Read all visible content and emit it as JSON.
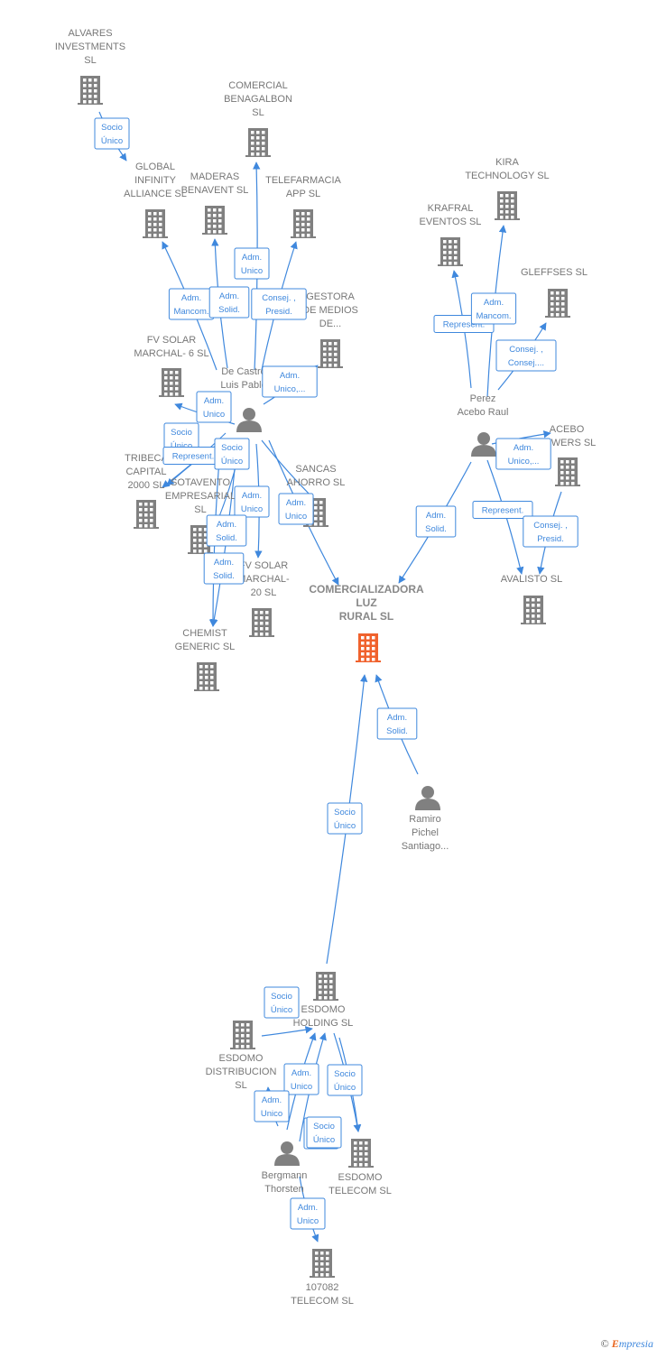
{
  "colors": {
    "company": "#808080",
    "main_company": "#f0622d",
    "person": "#808080",
    "edge": "#3f88dd"
  },
  "nodes": [
    {
      "id": "alvares",
      "type": "company",
      "lines": [
        "ALVARES",
        "INVESTMENTS",
        "SL"
      ]
    },
    {
      "id": "comercial_benagalbon",
      "type": "company",
      "lines": [
        "COMERCIAL",
        "BENAGALBON",
        "SL"
      ]
    },
    {
      "id": "global_infinity",
      "type": "company",
      "lines": [
        "GLOBAL",
        "INFINITY",
        "ALLIANCE  SL"
      ]
    },
    {
      "id": "maderas",
      "type": "company",
      "lines": [
        "MADERAS",
        "BENAVENT SL"
      ]
    },
    {
      "id": "telefarmacia",
      "type": "company",
      "lines": [
        "TELEFARMACIA",
        "APP  SL"
      ]
    },
    {
      "id": "kira",
      "type": "company",
      "lines": [
        "KIRA",
        "TECHNOLOGY SL"
      ]
    },
    {
      "id": "krafral",
      "type": "company",
      "lines": [
        "KRAFRAL",
        "EVENTOS SL"
      ]
    },
    {
      "id": "gleffses",
      "type": "company",
      "lines": [
        "GLEFFSES  SL"
      ]
    },
    {
      "id": "gestora",
      "type": "company",
      "lines": [
        "GESTORA",
        "DE MEDIOS",
        "DE..."
      ]
    },
    {
      "id": "fv_solar_6",
      "type": "company",
      "lines": [
        "FV SOLAR",
        "MARCHAL- 6 SL"
      ]
    },
    {
      "id": "de_castro",
      "type": "person",
      "lines": [
        "De Castro",
        "Luis Pablo"
      ]
    },
    {
      "id": "perez",
      "type": "person",
      "lines": [
        "Perez",
        "Acebo Raul"
      ]
    },
    {
      "id": "acebo_towers",
      "type": "company",
      "lines": [
        "ACEBO",
        "TOWERS SL"
      ]
    },
    {
      "id": "tribeca",
      "type": "company",
      "lines": [
        "TRIBECA",
        "CAPITAL",
        "2000  SL"
      ]
    },
    {
      "id": "sotavento",
      "type": "company",
      "lines": [
        "SOTAVENTO",
        "EMPRESARIAL",
        "SL"
      ]
    },
    {
      "id": "sancas",
      "type": "company",
      "lines": [
        "SANCAS",
        "AHORRO  SL"
      ]
    },
    {
      "id": "fv_solar_20",
      "type": "company",
      "lines": [
        "FV SOLAR",
        "MARCHAL-",
        "20 SL"
      ]
    },
    {
      "id": "comercializadora",
      "type": "main",
      "lines": [
        "COMERCIALIZADORA",
        "LUZ",
        "RURAL  SL"
      ]
    },
    {
      "id": "avalisto",
      "type": "company",
      "lines": [
        "AVALISTO  SL"
      ]
    },
    {
      "id": "chemist",
      "type": "company",
      "lines": [
        "CHEMIST",
        "GENERIC  SL"
      ]
    },
    {
      "id": "ramiro",
      "type": "person",
      "lines": [
        "Ramiro",
        "Pichel",
        "Santiago..."
      ]
    },
    {
      "id": "esdomo_holding",
      "type": "company",
      "lines": [
        "ESDOMO",
        "HOLDING  SL"
      ]
    },
    {
      "id": "esdomo_distribucion",
      "type": "company",
      "lines": [
        "ESDOMO",
        "DISTRIBUCION",
        "SL"
      ]
    },
    {
      "id": "bergmann",
      "type": "person",
      "lines": [
        "Bergmann",
        "Thorsten"
      ]
    },
    {
      "id": "esdomo_telecom",
      "type": "company",
      "lines": [
        "ESDOMO",
        "TELECOM  SL"
      ]
    },
    {
      "id": "telecom_107082",
      "type": "company",
      "lines": [
        "107082",
        "TELECOM  SL"
      ]
    }
  ],
  "edges": [
    {
      "from": "alvares",
      "to": "global_infinity",
      "label": [
        "Socio",
        "Único"
      ]
    },
    {
      "from": "de_castro",
      "to": "global_infinity",
      "label": [
        "Adm.",
        "Mancom."
      ]
    },
    {
      "from": "de_castro",
      "to": "maderas",
      "label": [
        "Adm.",
        "Solid."
      ]
    },
    {
      "from": "de_castro",
      "to": "comercial_benagalbon",
      "label": [
        "Adm.",
        "Unico"
      ]
    },
    {
      "from": "de_castro",
      "to": "telefarmacia",
      "label": [
        "Consej. ,",
        "Presid."
      ]
    },
    {
      "from": "de_castro",
      "to": "gestora",
      "label": [
        "Adm.",
        "Unico,..."
      ]
    },
    {
      "from": "de_castro",
      "to": "fv_solar_6",
      "label": [
        "Adm.",
        "Unico"
      ]
    },
    {
      "from": "de_castro",
      "to": "tribeca",
      "label": [
        "Socio",
        "Único"
      ]
    },
    {
      "from": "de_castro",
      "to": "tribeca",
      "label": [
        "Represent."
      ]
    },
    {
      "from": "de_castro",
      "to": "sotavento",
      "label": [
        "Adm.",
        "Unico"
      ]
    },
    {
      "from": "de_castro",
      "to": "sancas",
      "label": [
        "Adm.",
        "Unico"
      ]
    },
    {
      "from": "de_castro",
      "to": "fv_solar_20",
      "label": [
        "Adm.",
        "Unico"
      ]
    },
    {
      "from": "de_castro",
      "to": "comercializadora",
      "label": [
        "Adm.",
        "Solid."
      ]
    },
    {
      "from": "de_castro",
      "to": "chemist",
      "label": [
        "Adm.",
        "Solid."
      ]
    },
    {
      "from": "de_castro",
      "to": "chemist",
      "label": [
        "Socio",
        "Único"
      ]
    },
    {
      "from": "perez",
      "to": "krafral",
      "label": [
        "Represent."
      ]
    },
    {
      "from": "perez",
      "to": "kira",
      "label": [
        "Adm.",
        "Mancom."
      ]
    },
    {
      "from": "perez",
      "to": "gleffses",
      "label": [
        "Consej. ,",
        "Consej...."
      ]
    },
    {
      "from": "perez",
      "to": "acebo_towers",
      "label": [
        "Adm.",
        "Unico,..."
      ]
    },
    {
      "from": "perez",
      "to": "avalisto",
      "label": [
        "Represent."
      ]
    },
    {
      "from": "acebo_towers",
      "to": "avalisto",
      "label": [
        "Consej. ,",
        "Presid."
      ]
    },
    {
      "from": "perez",
      "to": "comercializadora",
      "label": [
        "Adm.",
        "Solid."
      ]
    },
    {
      "from": "ramiro",
      "to": "comercializadora",
      "label": [
        "Adm.",
        "Solid."
      ]
    },
    {
      "from": "esdomo_holding",
      "to": "comercializadora",
      "label": [
        "Socio",
        "Único"
      ]
    },
    {
      "from": "bergmann",
      "to": "esdomo_holding",
      "label": [
        "Adm.",
        "Unico"
      ]
    },
    {
      "from": "esdomo_distribucion",
      "to": "esdomo_holding",
      "label": [
        "Socio",
        "Único"
      ]
    },
    {
      "from": "bergmann",
      "to": "esdomo_distribucion",
      "label": [
        "Adm.",
        "Unico"
      ]
    },
    {
      "from": "esdomo_holding",
      "to": "esdomo_telecom",
      "label": [
        "Socio",
        "Único"
      ]
    },
    {
      "from": "bergmann",
      "to": "esdomo_telecom",
      "label": [
        "Adm.",
        "Unico"
      ]
    },
    {
      "from": "esdomo_holding",
      "to": "esdomo_telecom",
      "label": [
        "Socio",
        "Único"
      ]
    },
    {
      "from": "bergmann",
      "to": "telecom_107082",
      "label": [
        "Adm.",
        "Unico"
      ]
    }
  ],
  "credit": {
    "symbol": "©",
    "brand_initial": "E",
    "brand_rest": "mpresia"
  }
}
